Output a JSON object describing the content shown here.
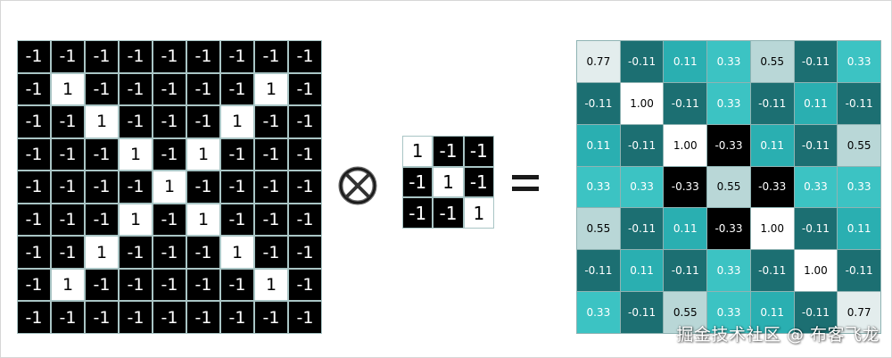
{
  "input_matrix": [
    [
      "-1",
      "-1",
      "-1",
      "-1",
      "-1",
      "-1",
      "-1",
      "-1",
      "-1"
    ],
    [
      "-1",
      "1",
      "-1",
      "-1",
      "-1",
      "-1",
      "-1",
      "1",
      "-1"
    ],
    [
      "-1",
      "-1",
      "1",
      "-1",
      "-1",
      "-1",
      "1",
      "-1",
      "-1"
    ],
    [
      "-1",
      "-1",
      "-1",
      "1",
      "-1",
      "1",
      "-1",
      "-1",
      "-1"
    ],
    [
      "-1",
      "-1",
      "-1",
      "-1",
      "1",
      "-1",
      "-1",
      "-1",
      "-1"
    ],
    [
      "-1",
      "-1",
      "-1",
      "1",
      "-1",
      "1",
      "-1",
      "-1",
      "-1"
    ],
    [
      "-1",
      "-1",
      "1",
      "-1",
      "-1",
      "-1",
      "1",
      "-1",
      "-1"
    ],
    [
      "-1",
      "1",
      "-1",
      "-1",
      "-1",
      "-1",
      "-1",
      "1",
      "-1"
    ],
    [
      "-1",
      "-1",
      "-1",
      "-1",
      "-1",
      "-1",
      "-1",
      "-1",
      "-1"
    ]
  ],
  "kernel": [
    [
      "1",
      "-1",
      "-1"
    ],
    [
      "-1",
      "1",
      "-1"
    ],
    [
      "-1",
      "-1",
      "1"
    ]
  ],
  "feature_map": [
    [
      "0.77",
      "-0.11",
      "0.11",
      "0.33",
      "0.55",
      "-0.11",
      "0.33"
    ],
    [
      "-0.11",
      "1.00",
      "-0.11",
      "0.33",
      "-0.11",
      "0.11",
      "-0.11"
    ],
    [
      "0.11",
      "-0.11",
      "1.00",
      "-0.33",
      "0.11",
      "-0.11",
      "0.55"
    ],
    [
      "0.33",
      "0.33",
      "-0.33",
      "0.55",
      "-0.33",
      "0.33",
      "0.33"
    ],
    [
      "0.55",
      "-0.11",
      "0.11",
      "-0.33",
      "1.00",
      "-0.11",
      "0.11"
    ],
    [
      "-0.11",
      "0.11",
      "-0.11",
      "0.33",
      "-0.11",
      "1.00",
      "-0.11"
    ],
    [
      "0.33",
      "-0.11",
      "0.55",
      "0.33",
      "0.11",
      "-0.11",
      "0.77"
    ]
  ],
  "colors": {
    "negative_cell": "#000000",
    "positive_cell": "#ffffff",
    "map_1_00": "#ffffff",
    "map_0_77": "#e3eded",
    "map_0_55": "#b9d7d7",
    "map_0_33": "#3cc3c3",
    "map_0_11": "#2aafb1",
    "map_neg_0_11": "#1c6f72",
    "map_neg_0_33": "#000000"
  },
  "operators": {
    "convolution": "circled-times-icon",
    "equals": "equals-icon"
  },
  "watermark": "掘金技术社区 @ 布客飞龙"
}
